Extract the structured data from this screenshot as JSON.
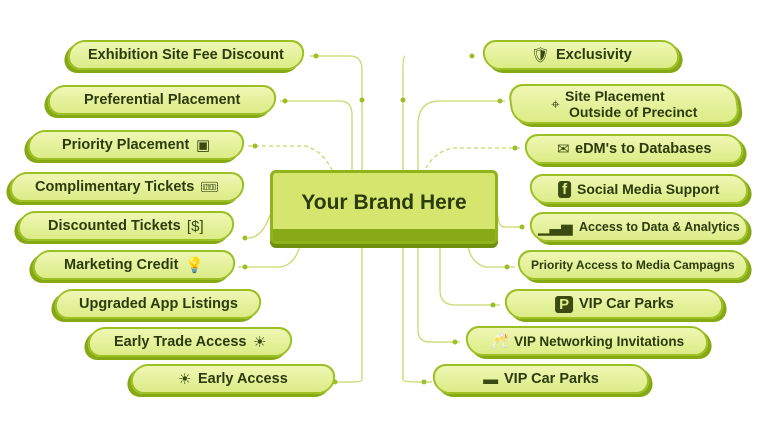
{
  "center": {
    "title": "Your Brand Here"
  },
  "left": [
    {
      "label": "Exhibition Site Fee Discount",
      "icon": ""
    },
    {
      "label": "Preferential Placement",
      "icon": ""
    },
    {
      "label": "Priority Placement",
      "icon": "ticket-star-icon"
    },
    {
      "label": "Complimentary Tickets",
      "icon": "ticket-icon"
    },
    {
      "label": "Discounted Tickets",
      "icon": "dollar-ticket-icon"
    },
    {
      "label": "Marketing Credit",
      "icon": "lightbulb-icon"
    },
    {
      "label": "Upgraded App Listings",
      "icon": ""
    },
    {
      "label": "Early Trade Access",
      "icon": "sunrise-icon"
    },
    {
      "label": "Early Access",
      "icon": "sunrise-icon"
    }
  ],
  "right": [
    {
      "label": "Exclusivity",
      "icon": "shield-icon"
    },
    {
      "label": "Site Placement",
      "label2": "Outside of Precinct",
      "icon": "location-pin-icon"
    },
    {
      "label": "eDM's to Databases",
      "icon": "envelope-icon"
    },
    {
      "label": "Social Media Support",
      "icon": "facebook-icon"
    },
    {
      "label": "Access to Data & Analytics",
      "icon": "bar-chart-icon"
    },
    {
      "label": "Priority Access to Media Campagns",
      "icon": ""
    },
    {
      "label": "VIP Car Parks",
      "icon": "parking-icon"
    },
    {
      "label": "VIP Networking Invitations",
      "icon": "champagne-glasses-icon"
    },
    {
      "label": "VIP Car Parks",
      "icon": "card-icon"
    }
  ],
  "colors": {
    "fill": "#dcec86",
    "border": "#9cbf23",
    "shadow": "#86a812",
    "text": "#2d3a0c",
    "line": "#b9d35a"
  }
}
